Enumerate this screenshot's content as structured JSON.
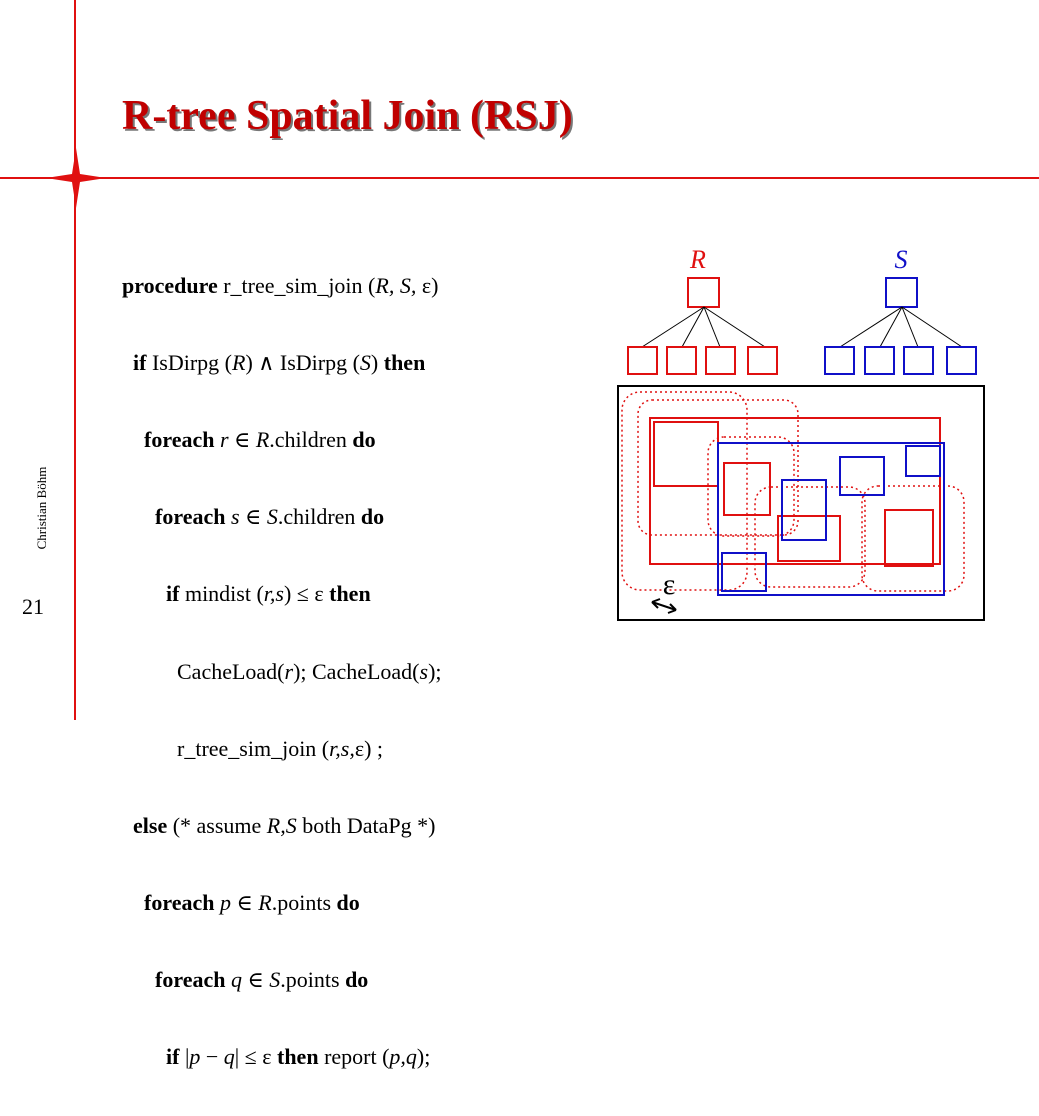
{
  "slide": {
    "title": "R-tree Spatial Join (RSJ)",
    "author": "Christian Böhm",
    "page_number": "21"
  },
  "code": {
    "l1": {
      "kw": "procedure",
      "t1": " r_tree_sim_join (",
      "v": "R, S,",
      "t2": " ε)"
    },
    "l2": {
      "kw": "if",
      "t1": " IsDirpg (",
      "v1": "R",
      "t2": ") ∧ IsDirpg (",
      "v2": "S",
      "t3": ") ",
      "kw2": "then"
    },
    "l3": {
      "kw": "foreach",
      "v1": " r",
      "t1": " ∈ ",
      "v2": "R",
      "t2": ".children ",
      "kw2": "do"
    },
    "l4": {
      "kw": "foreach",
      "v1": " s",
      "t1": " ∈ ",
      "v2": "S",
      "t2": ".children ",
      "kw2": "do"
    },
    "l5": {
      "kw": "if",
      "t1": " mindist (",
      "v": "r,s",
      "t2": ") ≤ ε ",
      "kw2": "then"
    },
    "l6": {
      "t1": "CacheLoad(",
      "v1": "r",
      "t2": "); CacheLoad(",
      "v2": "s",
      "t3": ");"
    },
    "l7": {
      "t1": "r_tree_sim_join (",
      "v": "r,s,",
      "t2": "ε) ;"
    },
    "l8": {
      "kw": "else",
      "t1": " (* assume ",
      "v": "R,S",
      "t2": " both DataPg *)"
    },
    "l9": {
      "kw": "foreach",
      "v1": " p",
      "t1": " ∈ ",
      "v2": "R",
      "t2": ".points ",
      "kw2": "do"
    },
    "l10": {
      "kw": "foreach",
      "v1": " q",
      "t1": " ∈ ",
      "v2": "S",
      "t2": ".points ",
      "kw2": "do"
    },
    "l11": {
      "kw": "if",
      "t1": " |",
      "v1": "p",
      "t2": " − ",
      "v2": "q",
      "t3": "| ≤ ε ",
      "kw2": "then",
      "t4": " report (",
      "v3": "p,q",
      "t5": ");"
    }
  },
  "diagram": {
    "label_r": "R",
    "label_s": "S",
    "epsilon": "ε",
    "color_r": "#e01010",
    "color_s": "#1010c8"
  }
}
